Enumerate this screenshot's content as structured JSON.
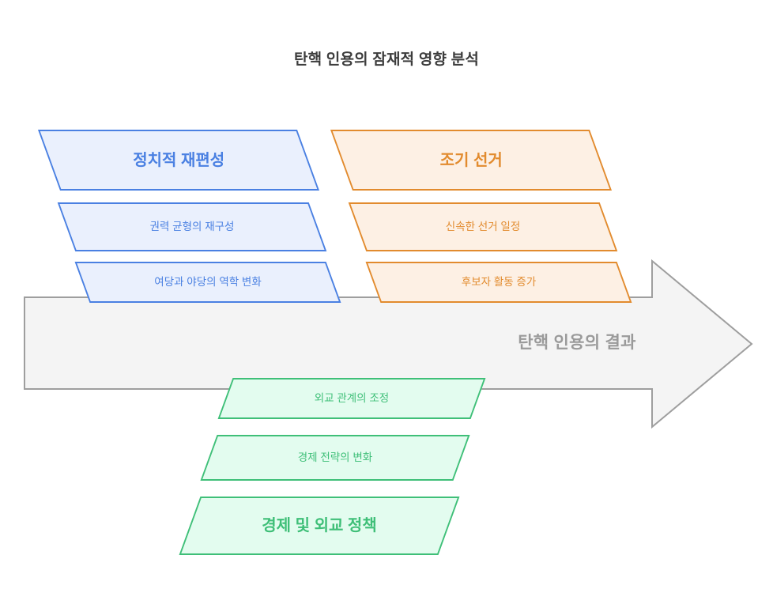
{
  "title": "탄핵 인용의 잠재적 영향 분석",
  "arrow": {
    "label": "탄핵 인용의 결과",
    "icon": "right-arrow-icon",
    "fill": "#f4f4f4",
    "stroke": "#9e9e9e"
  },
  "groups": [
    {
      "id": "political-realignment",
      "color_name": "blue",
      "accent": "#4a80e2",
      "fill": "#eaf0fd",
      "heading": "정치적 재편성",
      "items": [
        "권력 균형의 재구성",
        "여당과 야당의 역학 변화"
      ]
    },
    {
      "id": "early-election",
      "color_name": "orange",
      "accent": "#e28b2e",
      "fill": "#fdf0e4",
      "heading": "조기 선거",
      "items": [
        "신속한 선거 일정",
        "후보자 활동 증가"
      ]
    },
    {
      "id": "economy-foreign-policy",
      "color_name": "green",
      "accent": "#3fbf78",
      "fill": "#e3fcef",
      "heading": "경제 및 외교 정책",
      "items": [
        "외교 관계의 조정",
        "경제 전략의 변화"
      ]
    }
  ]
}
